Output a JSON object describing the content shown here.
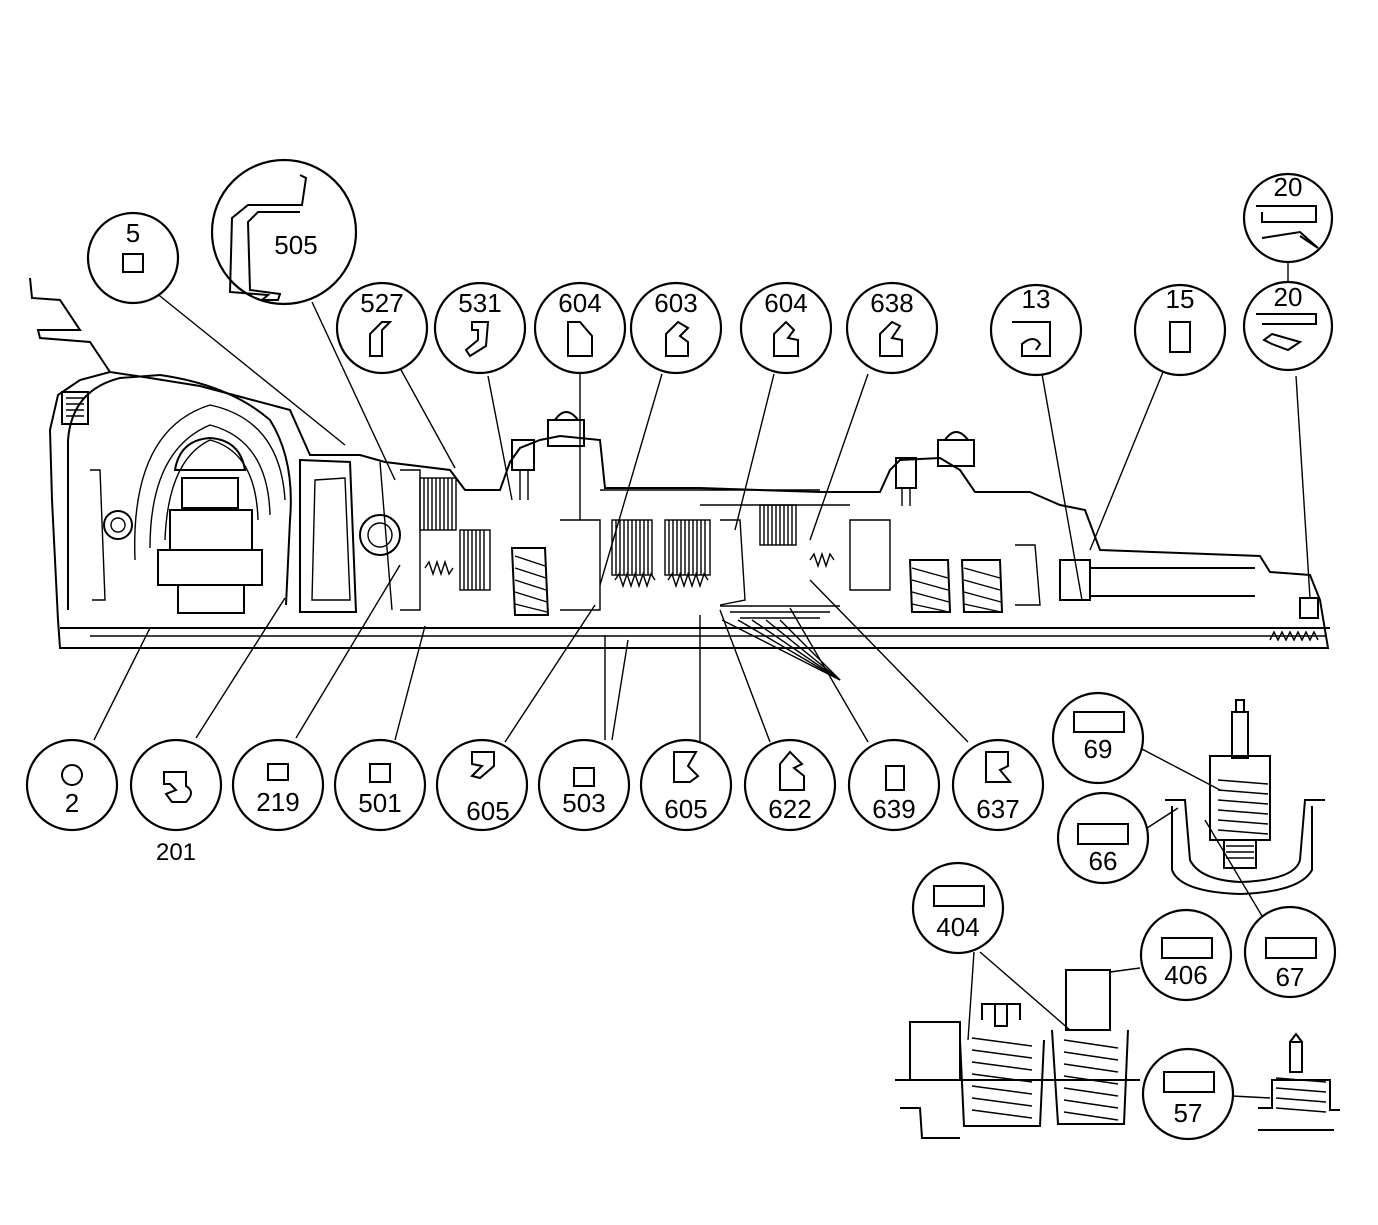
{
  "callouts": {
    "c5": "5",
    "c505": "505",
    "c527": "527",
    "c531": "531",
    "c604a": "604",
    "c603": "603",
    "c604b": "604",
    "c638": "638",
    "c13": "13",
    "c15": "15",
    "c20a": "20",
    "c20b": "20",
    "c2": "2",
    "c201": "201",
    "c219": "219",
    "c501": "501",
    "c605a": "605",
    "c503": "503",
    "c605b": "605",
    "c622": "622",
    "c639": "639",
    "c637": "637",
    "c69": "69",
    "c66": "66",
    "c67": "67",
    "c404": "404",
    "c406": "406",
    "c57": "57"
  }
}
